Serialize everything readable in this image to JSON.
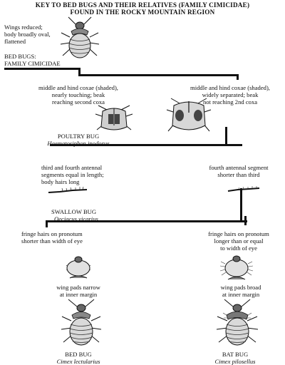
{
  "title": {
    "line1": "KEY TO BED BUGS AND THEIR RELATIVES (FAMILY CIMICIDAE)",
    "line2": "FOUND IN THE ROCKY MOUNTAIN REGION"
  },
  "intro": {
    "desc": [
      "Wings reduced;",
      "body broadly oval,",
      "flattened"
    ],
    "family": [
      "BED BUGS:",
      "FAMILY CIMICIDAE"
    ]
  },
  "step1": {
    "left": [
      "middle and hind coxae (shaded),",
      "nearly touching; beak",
      "reaching second coxa"
    ],
    "right": [
      "middle and hind coxae (shaded),",
      "widely separated; beak",
      "not reaching 2nd coxa"
    ]
  },
  "poultry_bug": {
    "name": "POULTRY BUG",
    "latin": "Haematosiphon inodorus"
  },
  "step2": {
    "left": [
      "third and fourth antennal",
      "segments equal in length;",
      "body hairs long"
    ],
    "right": [
      "fourth antennal segment",
      "shorter than third"
    ]
  },
  "swallow_bug": {
    "name": "SWALLOW BUG",
    "latin": "Oeciacus vicarius"
  },
  "step3": {
    "left": [
      "fringe hairs on pronotum",
      "shorter than width of eye"
    ],
    "right": [
      "fringe hairs on pronotum",
      "longer than or equal",
      "to width of eye"
    ]
  },
  "step4": {
    "left": [
      "wing pads narrow",
      "at inner margin"
    ],
    "right": [
      "wing pads broad",
      "at inner margin"
    ]
  },
  "bed_bug": {
    "name": "BED BUG",
    "latin": "Cimex lectularius"
  },
  "bat_bug": {
    "name": "BAT BUG",
    "latin": "Cimex pilosellus"
  }
}
